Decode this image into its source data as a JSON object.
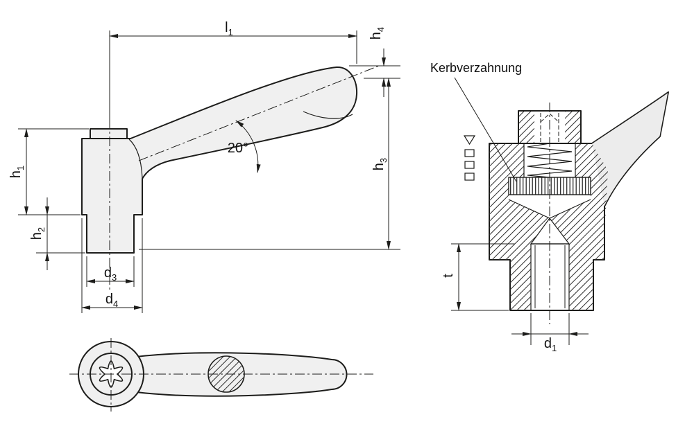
{
  "drawing": {
    "background": "#ffffff",
    "line_color": "#1d1d1b",
    "part_fill": "#f0f0f0",
    "annotation": "Kerbverzahnung",
    "angle_label": "20°",
    "dimensions": {
      "l1": {
        "base": "l",
        "sub": "1"
      },
      "h4": {
        "base": "h",
        "sub": "4"
      },
      "h3": {
        "base": "h",
        "sub": "3"
      },
      "h1": {
        "base": "h",
        "sub": "1"
      },
      "h2": {
        "base": "h",
        "sub": "2"
      },
      "d3": {
        "base": "d",
        "sub": "3"
      },
      "d4": {
        "base": "d",
        "sub": "4"
      },
      "t": {
        "base": "t",
        "sub": ""
      },
      "d1": {
        "base": "d",
        "sub": "1"
      }
    }
  }
}
